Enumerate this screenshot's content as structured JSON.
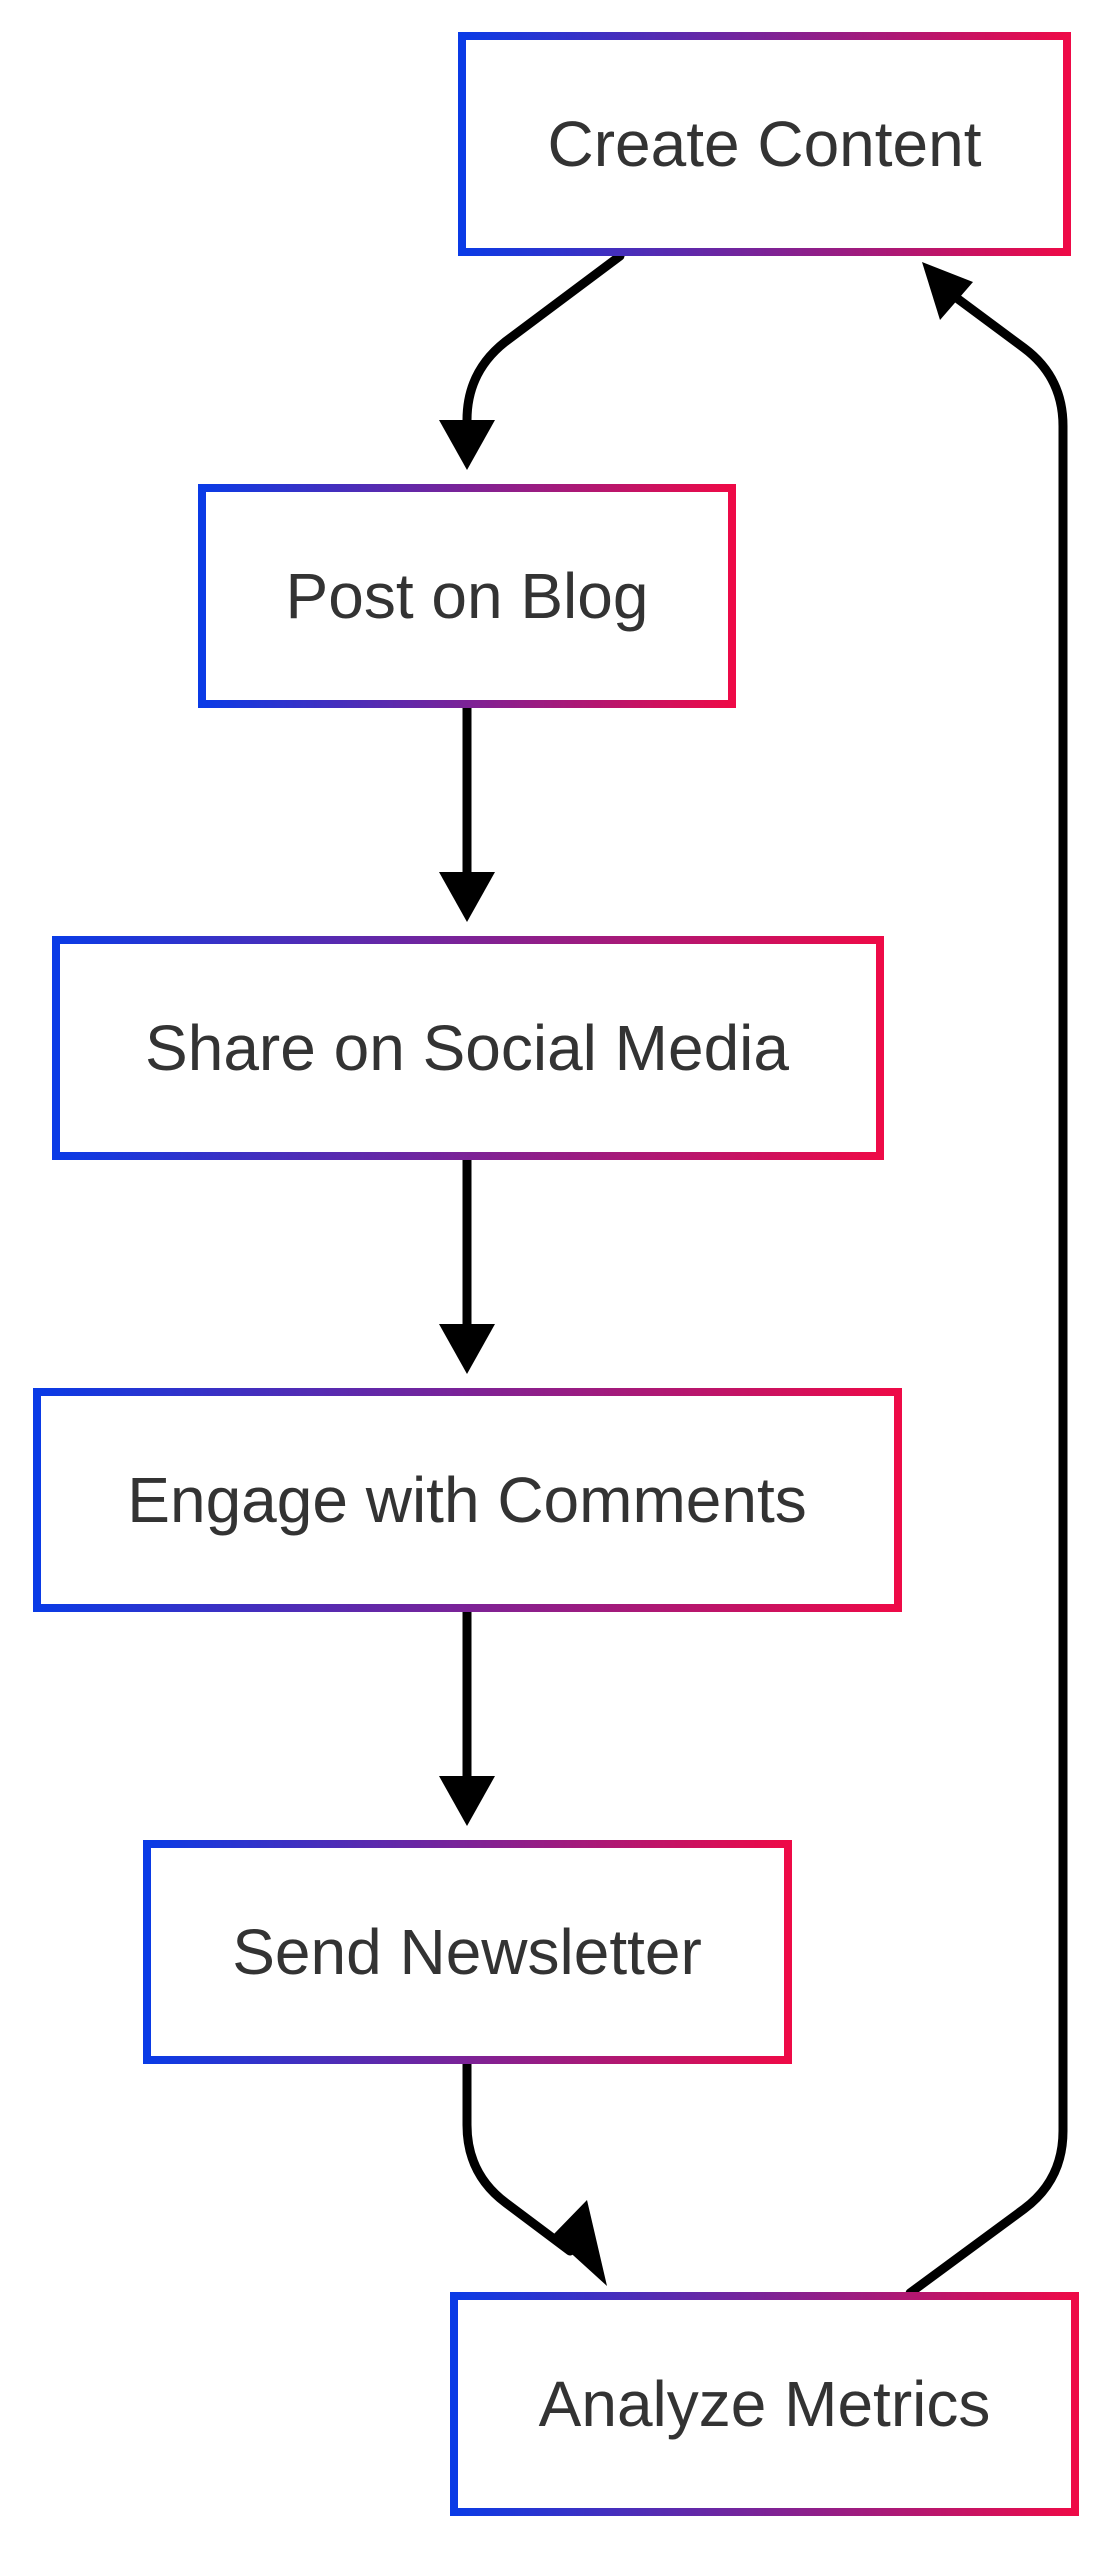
{
  "diagram": {
    "nodes": [
      {
        "id": "create",
        "label": "Create Content"
      },
      {
        "id": "blog",
        "label": "Post on Blog"
      },
      {
        "id": "social",
        "label": "Share on Social Media"
      },
      {
        "id": "engage",
        "label": "Engage with Comments"
      },
      {
        "id": "newsletter",
        "label": "Send Newsletter"
      },
      {
        "id": "analyze",
        "label": "Analyze Metrics"
      }
    ],
    "edges": [
      {
        "from": "create",
        "to": "blog"
      },
      {
        "from": "blog",
        "to": "social"
      },
      {
        "from": "social",
        "to": "engage"
      },
      {
        "from": "engage",
        "to": "newsletter"
      },
      {
        "from": "newsletter",
        "to": "analyze"
      },
      {
        "from": "analyze",
        "to": "create"
      }
    ],
    "colors": {
      "border_gradient_start": "#0a3be6",
      "border_gradient_end": "#ee0a47",
      "edge": "#000000",
      "text": "#333333",
      "background": "#ffffff"
    }
  }
}
